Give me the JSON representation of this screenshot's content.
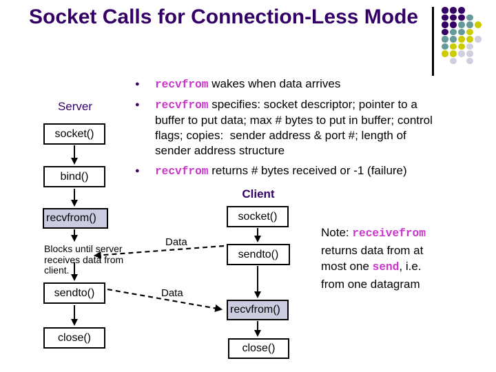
{
  "slide": {
    "title": "Socket Calls for Connection-Less Mode",
    "colors": {
      "title_text": "#330066",
      "keyword_text": "#CC33CC",
      "highlight_box_fill": "#CCCCE0",
      "box_border": "#000000"
    }
  },
  "bullets": [
    {
      "parts": [
        {
          "t": "recvfrom",
          "k": 1
        },
        {
          "t": " wakes when data arrives"
        }
      ]
    },
    {
      "parts": [
        {
          "t": "recvfrom",
          "k": 1
        },
        {
          "t": " specifies: socket descriptor; pointer to a\nbuffer to put data; max # bytes to put in buffer; control\nflags; copies:  sender address & port #; length of\nsender address structure"
        }
      ]
    },
    {
      "parts": [
        {
          "t": "recvfrom",
          "k": 1
        },
        {
          "t": " returns # bytes received or -1 (failure)"
        }
      ]
    }
  ],
  "server": {
    "label": "Server",
    "steps": {
      "socket": "socket()",
      "bind": "bind()",
      "recvfrom": "recvfrom()",
      "sendto": "sendto()",
      "close": "close()"
    },
    "blocks_note": "Blocks until server\nreceives data from\nclient."
  },
  "client": {
    "label": "Client",
    "steps": {
      "socket": "socket()",
      "sendto": "sendto()",
      "recvfrom": "recvfrom()",
      "close": "close()"
    }
  },
  "data_labels": {
    "client_to_server": "Data",
    "server_to_client": "Data"
  },
  "note": {
    "parts": [
      {
        "t": "Note: "
      },
      {
        "t": "receivefrom",
        "k": 1
      },
      {
        "t": "\nreturns data from at\nmost one "
      },
      {
        "t": "send",
        "k": 1
      },
      {
        "t": ", i.e.\nfrom one datagram"
      }
    ]
  },
  "decoration": {
    "dot_rows": [
      "PPP..",
      "PPPT.",
      "PPTTY",
      "PTTY.",
      "TTYYG",
      "TYYG.",
      "YYGG.",
      ".G.G."
    ],
    "dot_colors": {
      "P": "#330066",
      "T": "#669999",
      "Y": "#CCCC00",
      "G": "#CFCFDF"
    }
  }
}
